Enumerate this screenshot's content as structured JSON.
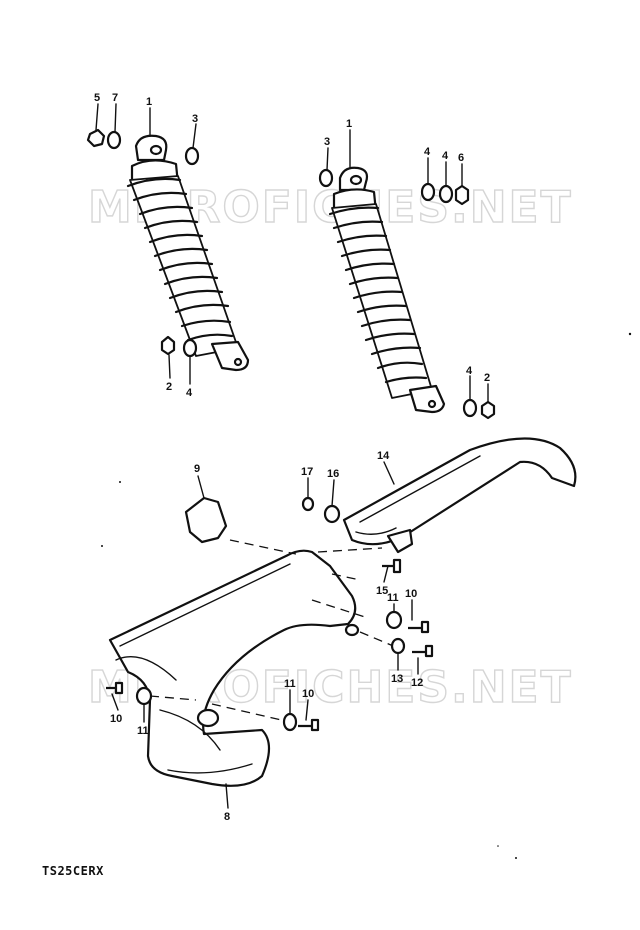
{
  "watermark": {
    "upper": "MICROFICHES.NET",
    "lower": "MICROFICHES.NET"
  },
  "diagram_code": "TS25CERX",
  "callouts": {
    "left_shock": {
      "p5": "5",
      "p7": "7",
      "p1": "1",
      "p3": "3",
      "p2": "2",
      "p4": "4"
    },
    "right_shock": {
      "p3": "3",
      "p1": "1",
      "p4a": "4",
      "p4b": "4",
      "p6": "6",
      "p4c": "4",
      "p2": "2"
    },
    "chain_case": {
      "p9": "9",
      "p17": "17",
      "p16": "16",
      "p14": "14",
      "p15": "15",
      "p11a": "11",
      "p10a": "10",
      "p13": "13",
      "p12": "12",
      "p10b": "10",
      "p11b": "11",
      "p11c": "11",
      "p10c": "10",
      "p8": "8"
    }
  }
}
